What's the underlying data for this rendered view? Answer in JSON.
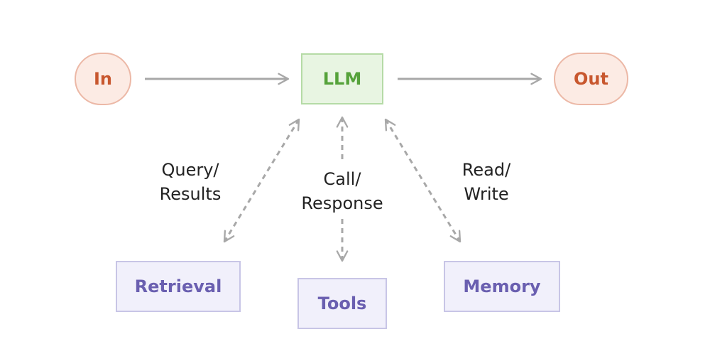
{
  "nodes": {
    "input": "In",
    "llm": "LLM",
    "output": "Out",
    "retrieval": "Retrieval",
    "tools": "Tools",
    "memory": "Memory"
  },
  "edge_labels": {
    "retrieval": {
      "line1": "Query/",
      "line2": "Results"
    },
    "tools": {
      "line1": "Call/",
      "line2": "Response"
    },
    "memory": {
      "line1": "Read/",
      "line2": "Write"
    }
  },
  "colors": {
    "arrow": "#a8a8a8",
    "io_fill": "#fcebe4",
    "llm_fill": "#e8f5e2",
    "aug_fill": "#f1f0fb"
  }
}
